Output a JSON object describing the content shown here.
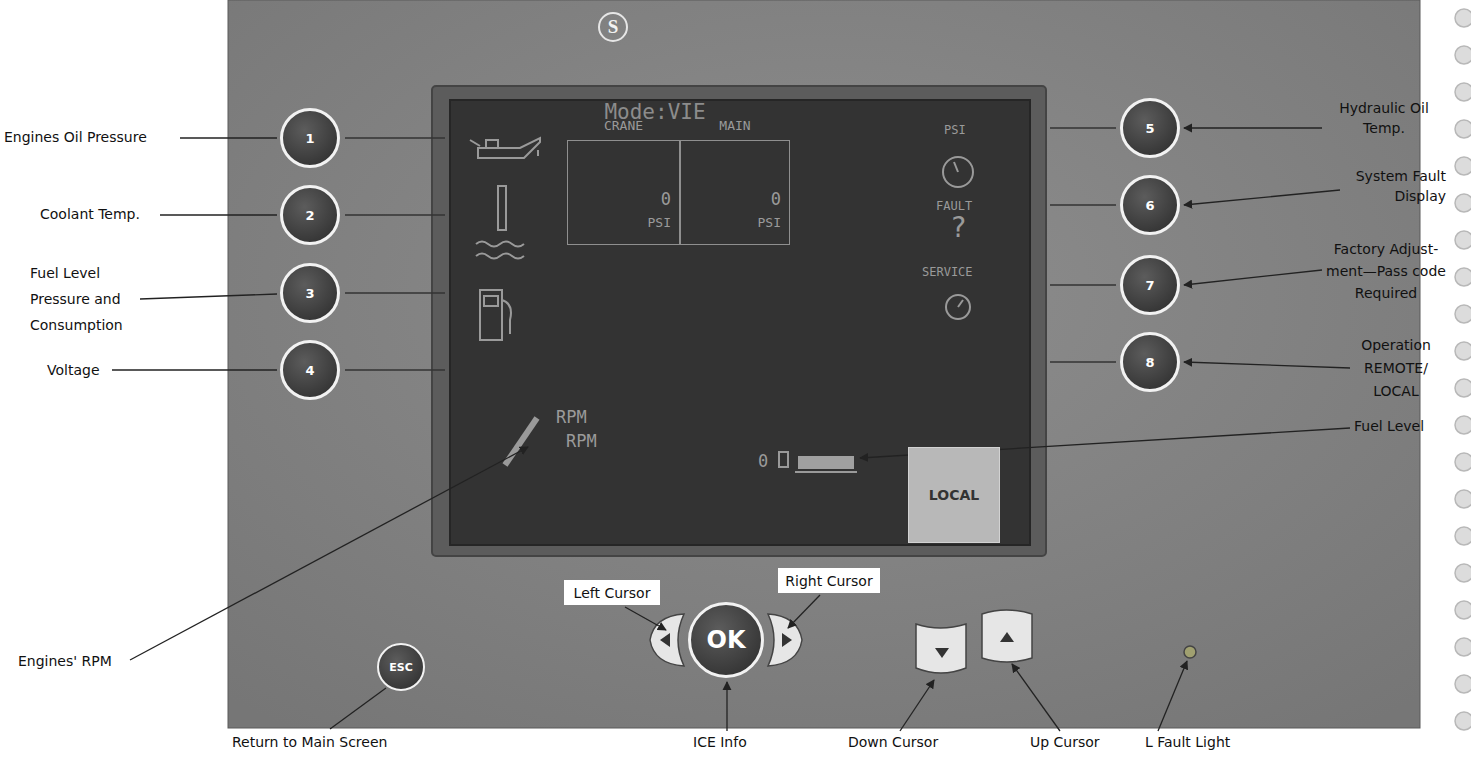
{
  "diagram": {
    "nodes": [
      {
        "text": [
          "S"
        ]
      },
      {
        "text": [
          "Mode:VIE"
        ],
        "in": 0
      },
      {
        "text": [
          "CRANE",
          "0",
          "PSI"
        ],
        "in": 1
      },
      {
        "text": [
          "MAIN",
          "0",
          "PSI"
        ],
        "in": 1
      },
      {
        "text": [
          "LOCAL"
        ],
        "in": 1
      },
      {
        "text": [
          "1"
        ],
        "in": 0
      },
      {
        "text": [
          "2"
        ],
        "in": 0
      },
      {
        "text": [
          "3"
        ],
        "in": 0
      },
      {
        "text": [
          "4"
        ],
        "in": 0
      },
      {
        "text": [
          "5"
        ],
        "in": 0
      },
      {
        "text": [
          "6"
        ],
        "in": 0
      },
      {
        "text": [
          "7"
        ],
        "in": 0
      },
      {
        "text": [
          "8"
        ],
        "in": 0
      },
      {
        "text": [
          "ESC"
        ],
        "in": 0
      },
      {
        "text": [
          "OK"
        ],
        "in": 0
      },
      {
        "text": [
          "Left Cursor"
        ],
        "in": 0
      },
      {
        "text": [
          "Right Cursor"
        ],
        "in": 0
      }
    ],
    "labels": [
      "Engines Oil Pressure",
      "Coolant Temp.",
      "Fuel Level Pressure and Consumption",
      "Voltage",
      "Engines' RPM",
      "Hydraulic Oil Temp.",
      "System Fault Display",
      "Factory Adjust-ment—Pass code Required",
      "Operation REMOTE/ LOCAL",
      "Fuel Level",
      "Return to Main Screen",
      "ICE Info",
      "Down Cursor",
      "Up Cursor",
      "L Fault Light",
      "PSI",
      "FAULT",
      "?",
      "SERVICE",
      "RPM",
      "RPM",
      "0"
    ]
  }
}
